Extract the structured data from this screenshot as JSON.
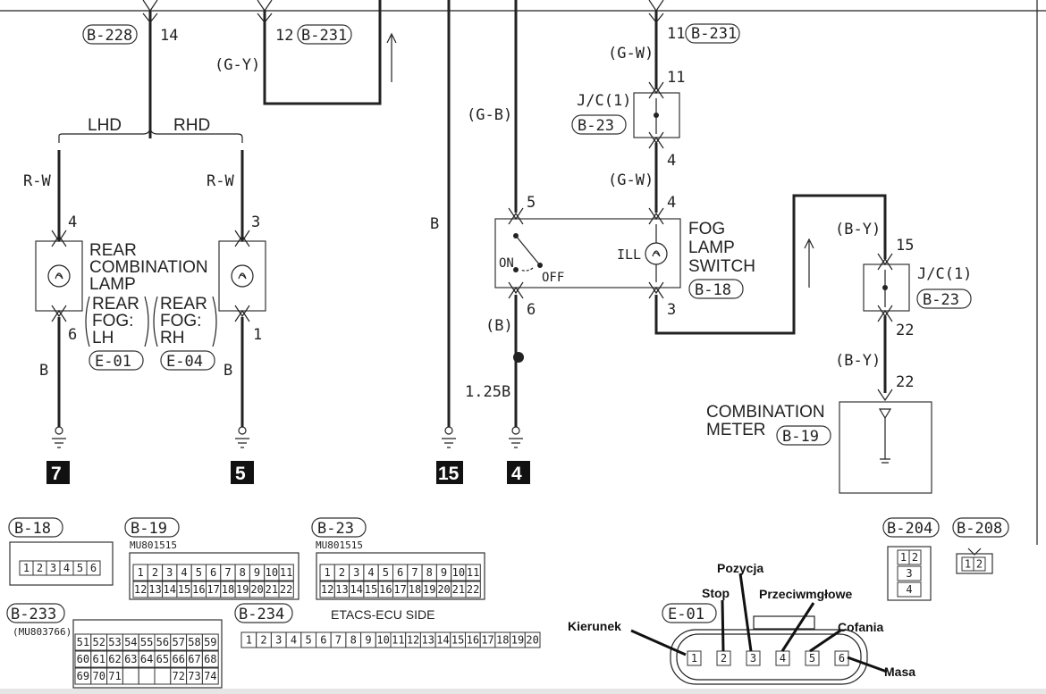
{
  "wiring": {
    "top_connectors": {
      "b228": "B-228",
      "pin14": "14",
      "pin12": "12",
      "b231_a": "B-231",
      "g_y": "(G-Y)",
      "b231_b": "B-231",
      "pin11_top": "11",
      "g_w_1": "(G-W)",
      "pin11": "11"
    },
    "rear_lamps": {
      "lhd": "LHD",
      "rhd": "RHD",
      "rw_left": "R-W",
      "rw_right": "R-W",
      "pin4": "4",
      "pin3": "3",
      "title_lines": [
        "REAR",
        "COMBINATION",
        "LAMP"
      ],
      "lh_lines": [
        "REAR",
        "FOG:",
        "LH"
      ],
      "rh_lines": [
        "REAR",
        "FOG:",
        "RH"
      ],
      "e01": "E-01",
      "e04": "E-04",
      "pin6": "6",
      "pin1": "1",
      "b_left": "B",
      "b_right": "B",
      "ground_7": "7",
      "ground_5": "5"
    },
    "middle": {
      "b_wire": "B",
      "ground_15": "15",
      "g_b": "(G-B)"
    },
    "fog_switch": {
      "pin5": "5",
      "on": "ON",
      "off": "OFF",
      "ill": "ILL",
      "pin6": "6",
      "b_paren": "(B)",
      "size": "1.25B",
      "ground_4": "4",
      "title_lines": [
        "FOG",
        "LAMP",
        "SWITCH"
      ],
      "connector": "B-18",
      "pin4_a": "4",
      "g_w_2": "(G-W)",
      "pin4_b": "4",
      "pin3": "3"
    },
    "junction_top": {
      "label": "J/C(1)",
      "connector": "B-23"
    },
    "junction_right": {
      "label": "J/C(1)",
      "connector": "B-23",
      "pin15": "15",
      "pin22_a": "22",
      "pin22_b": "22",
      "b_y_1": "(B-Y)",
      "b_y_2": "(B-Y)"
    },
    "meter": {
      "title_lines": [
        "COMBINATION",
        "METER"
      ],
      "connector": "B-19"
    }
  },
  "connectors": {
    "b18": {
      "id": "B-18",
      "pins": [
        "1",
        "2",
        "3",
        "4",
        "5",
        "6"
      ]
    },
    "b19": {
      "id": "B-19",
      "part": "MU801515",
      "row1": [
        "1",
        "2",
        "3",
        "4",
        "5",
        "6",
        "7",
        "8",
        "9",
        "10",
        "11"
      ],
      "row2": [
        "12",
        "13",
        "14",
        "15",
        "16",
        "17",
        "18",
        "19",
        "20",
        "21",
        "22"
      ]
    },
    "b23": {
      "id": "B-23",
      "part": "MU801515",
      "row1": [
        "1",
        "2",
        "3",
        "4",
        "5",
        "6",
        "7",
        "8",
        "9",
        "10",
        "11"
      ],
      "row2": [
        "12",
        "13",
        "14",
        "15",
        "16",
        "17",
        "18",
        "19",
        "20",
        "21",
        "22"
      ]
    },
    "b233": {
      "id": "B-233",
      "part": "(MU803766)",
      "row1": [
        "51",
        "52",
        "53",
        "54",
        "55",
        "56",
        "57",
        "58",
        "59"
      ],
      "row2": [
        "60",
        "61",
        "62",
        "63",
        "64",
        "65",
        "66",
        "67",
        "68"
      ],
      "row3": [
        "69",
        "70",
        "71",
        "",
        "",
        "",
        "72",
        "73",
        "74"
      ]
    },
    "b234": {
      "id": "B-234",
      "side": "ETACS-ECU SIDE",
      "pins": [
        "1",
        "2",
        "3",
        "4",
        "5",
        "6",
        "7",
        "8",
        "9",
        "10",
        "11",
        "12",
        "13",
        "14",
        "15",
        "16",
        "17",
        "18",
        "19",
        "20"
      ]
    },
    "e01": {
      "id": "E-01",
      "pins": [
        "1",
        "2",
        "3",
        "4",
        "5",
        "6"
      ],
      "labels": [
        "Kierunek",
        "Stop",
        "Pozycja",
        "Przeciwmgłowe",
        "Cofania",
        "Masa"
      ]
    },
    "b204": {
      "id": "B-204",
      "pins": [
        "1",
        "2",
        "3",
        "4"
      ]
    },
    "b208": {
      "id": "B-208",
      "pins": [
        "1",
        "2"
      ]
    }
  }
}
